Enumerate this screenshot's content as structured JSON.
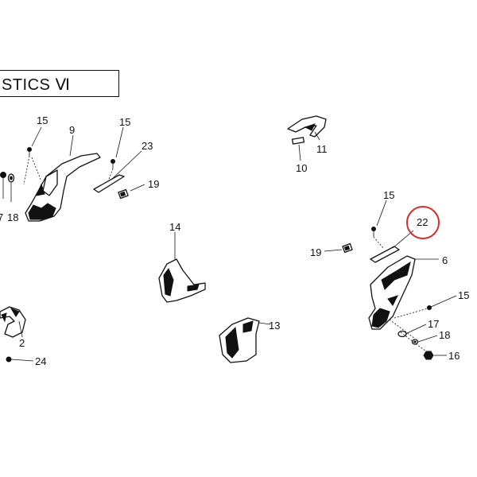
{
  "title": "STICS Ⅵ",
  "highlight_color": "#d0312d",
  "callouts": {
    "c15a": "15",
    "c9": "9",
    "c15b": "15",
    "c23": "23",
    "c19a": "19",
    "c7": "7",
    "c18a": "18",
    "c11": "11",
    "c10": "10",
    "c14": "14",
    "c15c": "15",
    "c22": "22",
    "c19b": "19",
    "c6": "6",
    "c15d": "15",
    "c17": "17",
    "c18b": "18",
    "c16": "16",
    "c13": "13",
    "c2": "2",
    "c24": "24"
  }
}
